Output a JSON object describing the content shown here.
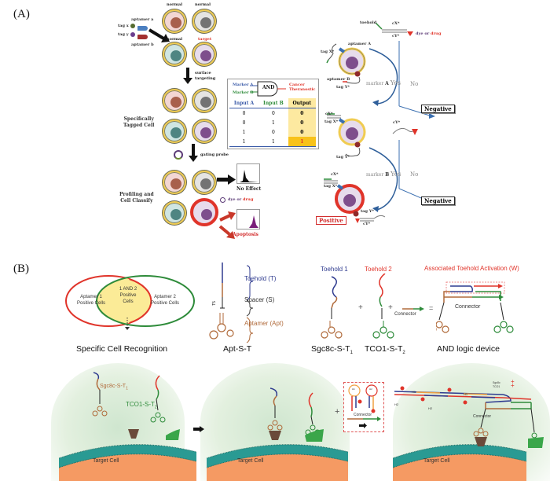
{
  "panel_a": {
    "label": "(A)",
    "cells_top": {
      "normal_1": "normal",
      "normal_2": "normal",
      "normal_3": "normal",
      "target": "target"
    },
    "legend": {
      "aptamer_a": "aptamer a",
      "aptamer_b": "aptamer b",
      "tag_x": "tag x",
      "tag_y": "tag y"
    },
    "surface_targeting": [
      "surface",
      "targeting"
    ],
    "specifically_tagged": [
      "Specifically",
      "Tagged Cell"
    ],
    "gating_probe": "gating probe",
    "profiling": [
      "Profiling and",
      "Cell Classify"
    ],
    "no_effect": "No Effect",
    "dye_or": "dye or",
    "drug": "drug",
    "apoptosis": "Apoptosis",
    "logic_gate": {
      "marker_a": "Marker A",
      "marker_b": "Marker B",
      "gate": "AND",
      "output_label": [
        "Cancer",
        "Theranostic"
      ],
      "headers": [
        "Input A",
        "Input B",
        "Output"
      ],
      "rows": [
        [
          "0",
          "0",
          "0"
        ],
        [
          "0",
          "1",
          "0"
        ],
        [
          "1",
          "0",
          "0"
        ],
        [
          "1",
          "1",
          "1"
        ]
      ]
    },
    "flow": {
      "toehold": "toehold",
      "cx": "cX*",
      "cy": "cY*",
      "dye_or": "dye or",
      "drug": "drug",
      "aptamer_A": "aptamer A",
      "aptamer_B": "aptamer B",
      "tag_x_star": "tag X*",
      "tag_y_star": "tag Y*",
      "marker_a": "marker",
      "marker_a_letter": "A",
      "marker_b": "marker",
      "marker_b_letter": "B",
      "yes": "Yes",
      "no": "No",
      "negative": "Negative",
      "positive": "Positive"
    }
  },
  "panel_b": {
    "label": "(B)",
    "venn": {
      "left": [
        "Aptamer 1",
        "Positive Cells"
      ],
      "center": [
        "1 AND 2",
        "Positive",
        "Cells"
      ],
      "right": [
        "Aptamer 2",
        "Positive Cells"
      ],
      "caption": "Specific Cell Recognition"
    },
    "apt_s_t": {
      "toehold": "Toehold (T)",
      "spacer": "Spacer (S)",
      "aptamer": "Aptamer (Apt)",
      "caption": "Apt-S-T",
      "t5": "T5"
    },
    "probes": {
      "toehold_1": "Toehold 1",
      "toehold_2": "Toehold 2",
      "plus": "+",
      "connector": "Connector",
      "equals": "=",
      "caption_1": "Sgc8c-S-T",
      "caption_1_sub": "1",
      "caption_2": "TCO1-S-T",
      "caption_2_sub": "2"
    },
    "and_device": {
      "title": "Associated Toehold Activation (W)",
      "connector": "Connector",
      "caption": "AND logic device"
    },
    "bottom": {
      "sgc8c_label": "Sgc8c-S-T",
      "sgc8c_sub": "1",
      "tco1_label": "TCO1-S-T",
      "tco1_sub": "2",
      "target_cell": "Target Cell",
      "plus": "+",
      "h1": "H1",
      "h2": "H2",
      "connector": "Connector",
      "legend_sgc8c": "Sgc8c",
      "legend_tco1": "TCO1"
    }
  },
  "colors": {
    "red": "#e0342a",
    "green": "#2e8b3a",
    "blue": "#2f3b8f",
    "brown": "#b06a3a",
    "yellow_ring": "#f0cc52",
    "teal_membrane": "#1f8f8c",
    "orange_cell": "#f59a63",
    "arrow_blue": "#3a6fb0"
  }
}
